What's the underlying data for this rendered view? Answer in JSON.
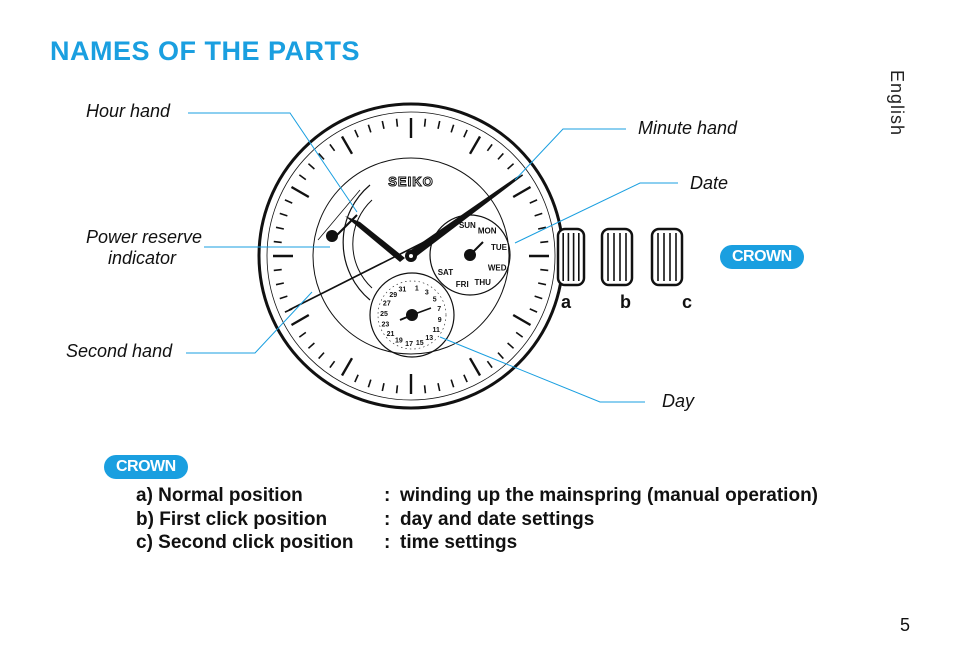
{
  "page": {
    "title": "NAMES OF THE PARTS",
    "language_tab": "English",
    "page_number": "5"
  },
  "callouts": {
    "hour_hand": "Hour hand",
    "minute_hand": "Minute hand",
    "date": "Date",
    "power_reserve_line1": "Power reserve",
    "power_reserve_line2": "indicator",
    "second_hand": "Second hand",
    "day": "Day"
  },
  "dial": {
    "brand": "SEIKO",
    "weekdays": [
      "SUN",
      "MON",
      "TUE",
      "WED",
      "THU",
      "FRI",
      "SAT"
    ],
    "dates": [
      "1",
      "3",
      "5",
      "7",
      "9",
      "11",
      "13",
      "15",
      "17",
      "19",
      "21",
      "23",
      "25",
      "27",
      "29",
      "31"
    ]
  },
  "crown": {
    "badge_label": "CROWN",
    "positions": [
      "a",
      "b",
      "c"
    ],
    "settings": [
      {
        "key": "a) Normal position",
        "sep": ":",
        "value": "winding up the mainspring (manual operation)"
      },
      {
        "key": "b) First click position",
        "sep": ":",
        "value": "day and date settings"
      },
      {
        "key": "c) Second click position",
        "sep": ":",
        "value": "time settings"
      }
    ]
  },
  "colors": {
    "accent": "#1a9fe0",
    "ink": "#111111"
  }
}
